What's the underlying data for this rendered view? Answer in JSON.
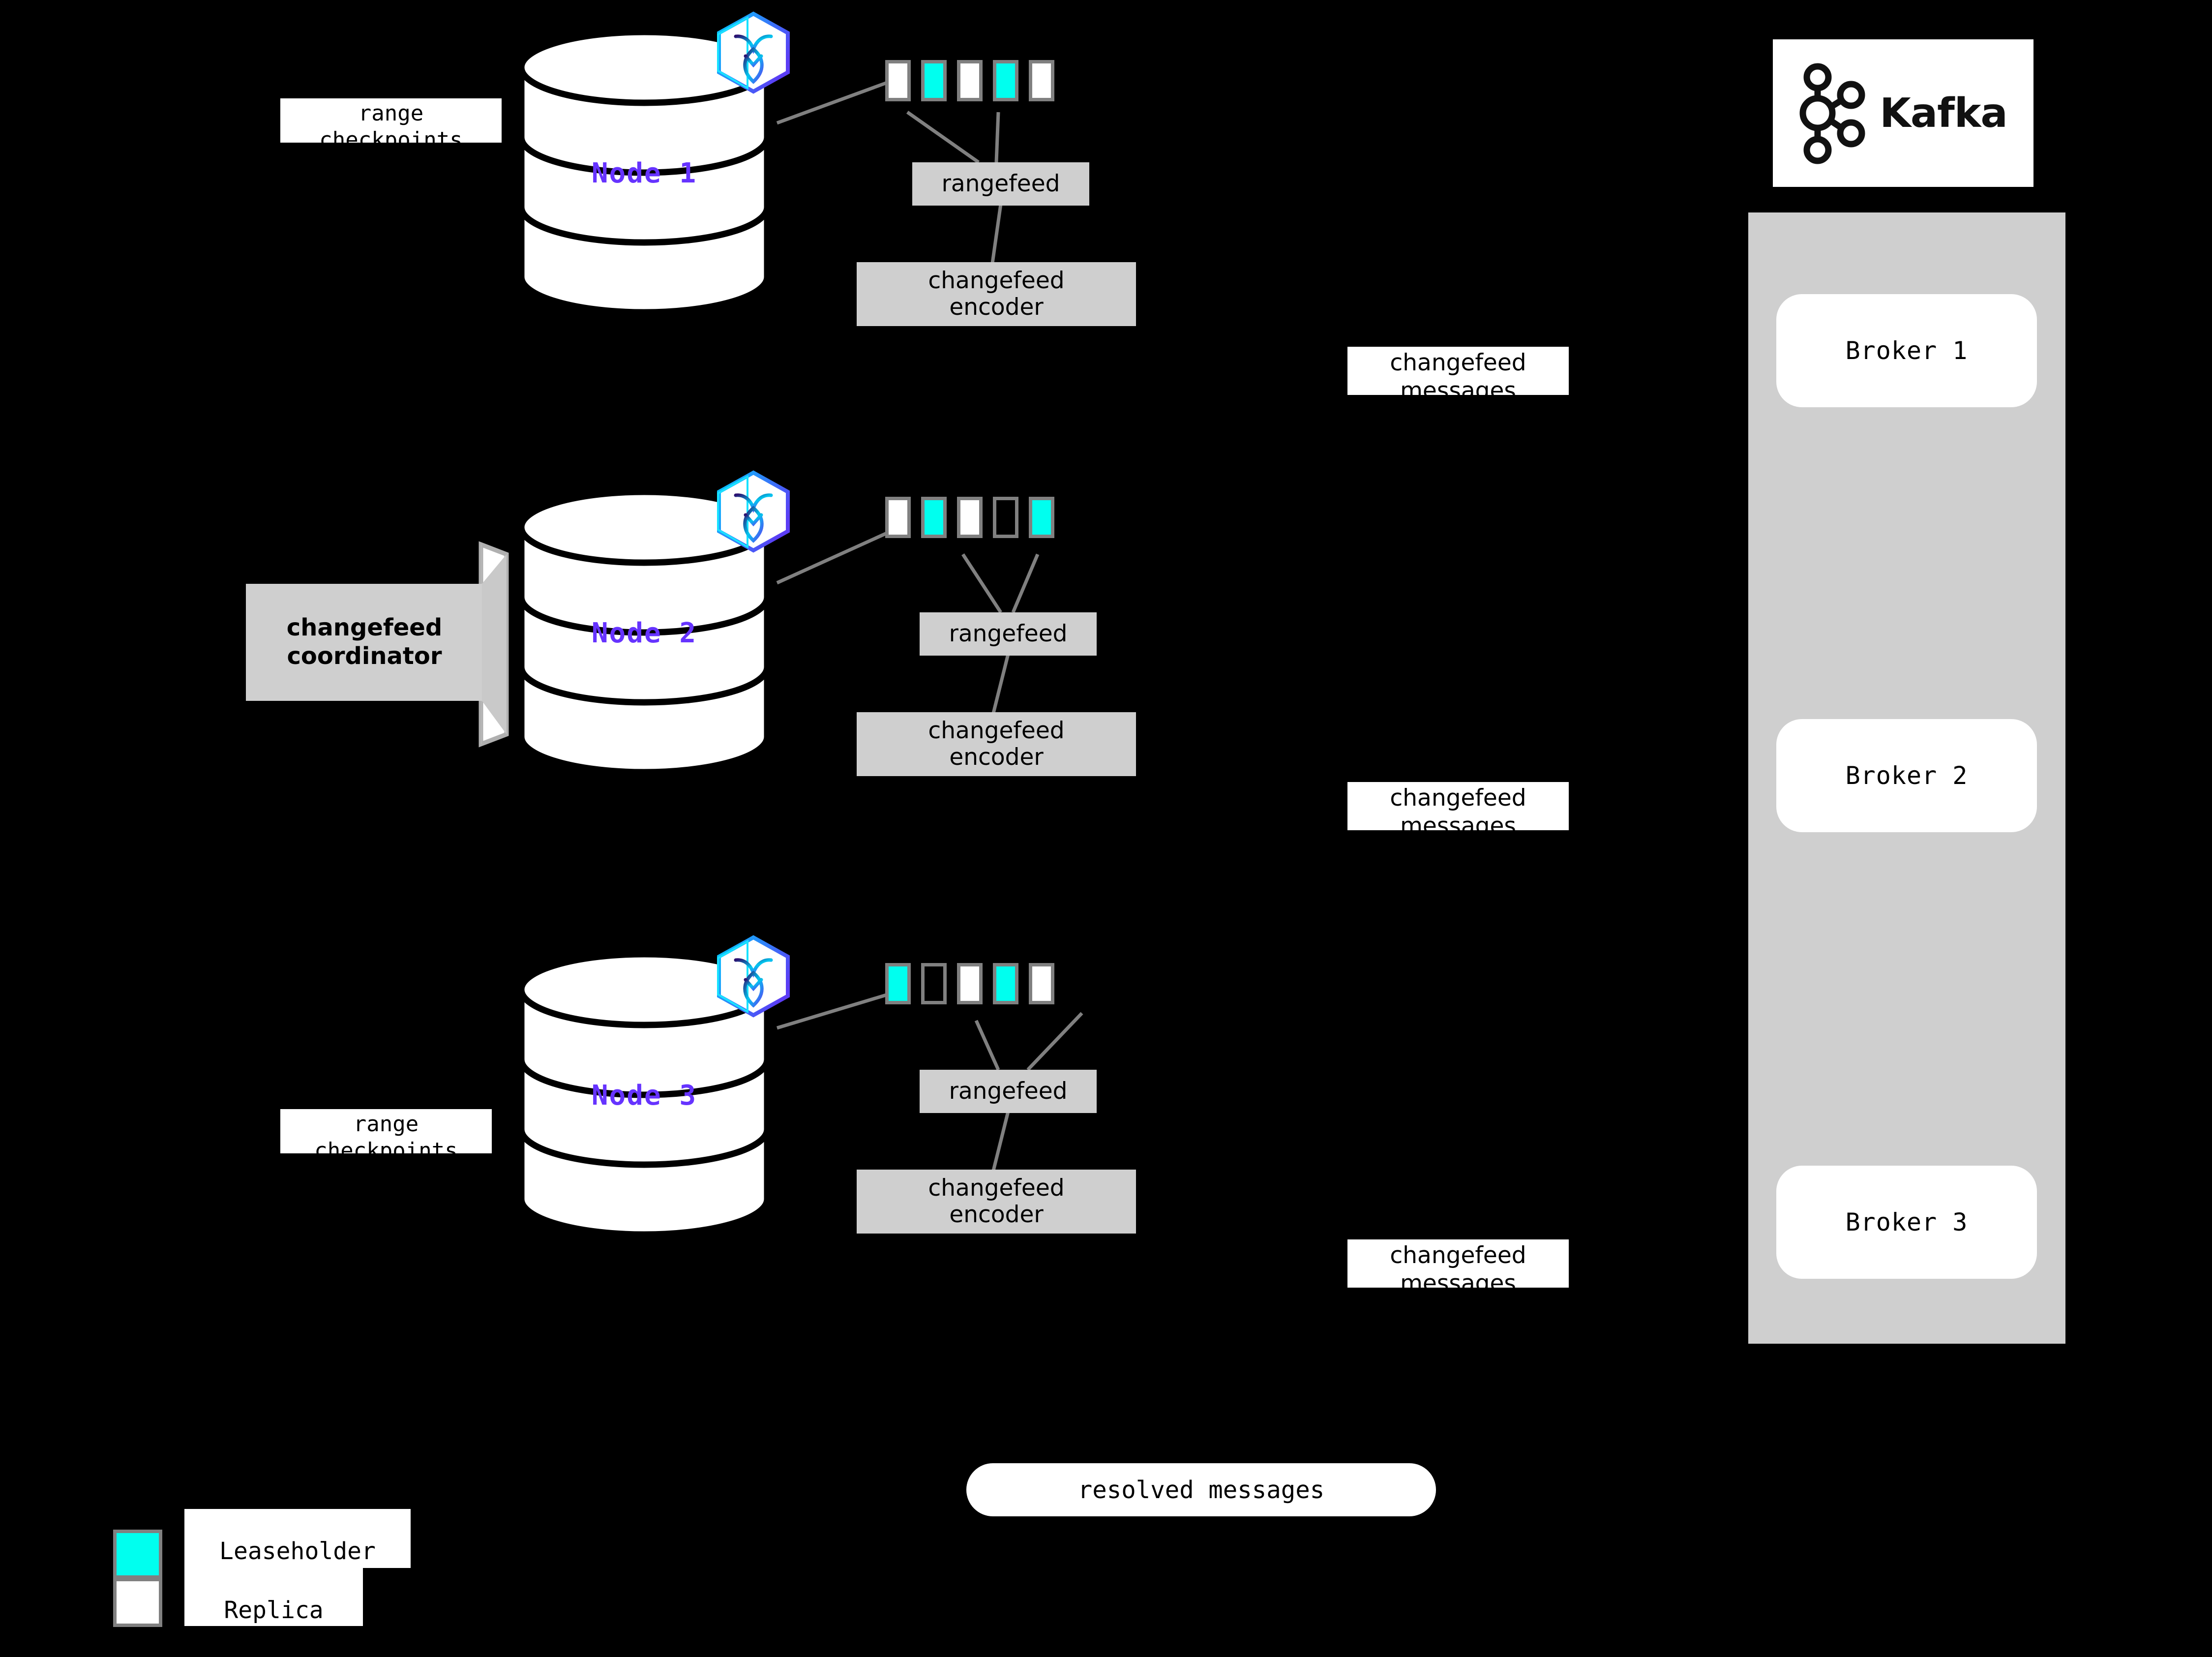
{
  "background_color": "#000000",
  "legend": {
    "items": [
      {
        "label": "Leaseholder",
        "color": "#00ffef",
        "swatch": "leaseholder-swatch"
      },
      {
        "label": "Replica",
        "color": "#ffffff",
        "swatch": "replica-swatch"
      }
    ]
  },
  "nodes": [
    {
      "id": "node-1",
      "label": "Node 1",
      "label_color": "#6633ff",
      "side_label": {
        "line1": "range",
        "line2": "checkpoints"
      },
      "has_coordinator": false,
      "ranges": [
        "replica",
        "leaseholder",
        "replica",
        "leaseholder",
        "replica"
      ],
      "rangefeed_label": "rangefeed",
      "encoder_label": "changefeed\nencoder",
      "encoder_line1": "changefeed",
      "encoder_line2": "encoder"
    },
    {
      "id": "node-2",
      "label": "Node 2",
      "label_color": "#6633ff",
      "side_label": null,
      "has_coordinator": true,
      "coordinator_line1": "changefeed",
      "coordinator_line2": "coordinator",
      "ranges": [
        "replica",
        "leaseholder",
        "replica",
        "empty",
        "leaseholder"
      ],
      "rangefeed_label": "rangefeed",
      "encoder_line1": "changefeed",
      "encoder_line2": "encoder"
    },
    {
      "id": "node-3",
      "label": "Node 3",
      "label_color": "#6633ff",
      "side_label": {
        "line1": "range",
        "line2": "checkpoints"
      },
      "has_coordinator": false,
      "ranges": [
        "leaseholder",
        "empty",
        "replica",
        "leaseholder",
        "replica"
      ],
      "rangefeed_label": "rangefeed",
      "encoder_line1": "changefeed",
      "encoder_line2": "encoder"
    }
  ],
  "message_labels": [
    {
      "line1": "changefeed",
      "line2": "messages"
    },
    {
      "line1": "changefeed",
      "line2": "messages"
    },
    {
      "line1": "changefeed",
      "line2": "messages"
    }
  ],
  "kafka": {
    "logo_text": "Kafka",
    "panel_color": "#cfcfcf",
    "brokers": [
      {
        "label": "Broker 1"
      },
      {
        "label": "Broker 2"
      },
      {
        "label": "Broker 3"
      }
    ]
  },
  "resolved": {
    "label": "resolved messages"
  },
  "colors": {
    "leaseholder": "#00ffef",
    "replica": "#ffffff",
    "range_border": "#808080",
    "process_box": "#cfcfcf",
    "node_text": "#6633ff",
    "connector": "#808080",
    "hex_gradient_start": "#00ccff",
    "hex_gradient_end": "#5b3df5"
  }
}
